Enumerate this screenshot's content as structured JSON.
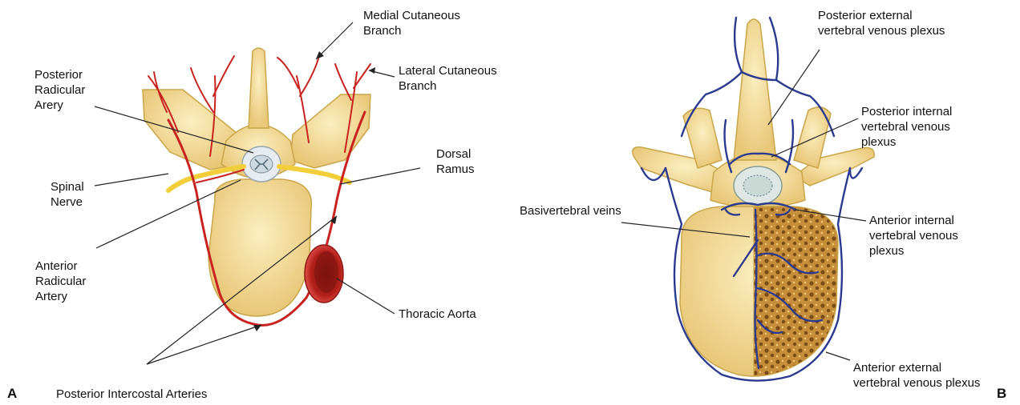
{
  "panel_a": {
    "letter": "A",
    "labels": {
      "medial_cutaneous": "Medial Cutaneous\nBranch",
      "lateral_cutaneous": "Lateral Cutaneous\nBranch",
      "posterior_radicular": "Posterior\nRadicular\nArery",
      "dorsal_ramus": "Dorsal\nRamus",
      "spinal_nerve": "Spinal\nNerve",
      "anterior_radicular": "Anterior\nRadicular\nArtery",
      "thoracic_aorta": "Thoracic Aorta",
      "posterior_intercostal": "Posterior Intercostal Arteries"
    }
  },
  "panel_b": {
    "letter": "B",
    "labels": {
      "posterior_external": "Posterior external\nvertebral venous plexus",
      "posterior_internal": "Posterior internal\nvertebral venous\nplexus",
      "basivertebral": "Basivertebral veins",
      "anterior_internal": "Anterior internal\nvertebral venous\nplexus",
      "anterior_external": "Anterior external\nvertebral venous plexus"
    }
  },
  "colors": {
    "bone": "#f3dc93",
    "bone_edge": "#c9a64a",
    "artery": "#c8231f",
    "nerve": "#f2cf3a",
    "vein": "#2b3a8f",
    "aorta": "#b3201a",
    "cancellous": "#b07a2a"
  }
}
